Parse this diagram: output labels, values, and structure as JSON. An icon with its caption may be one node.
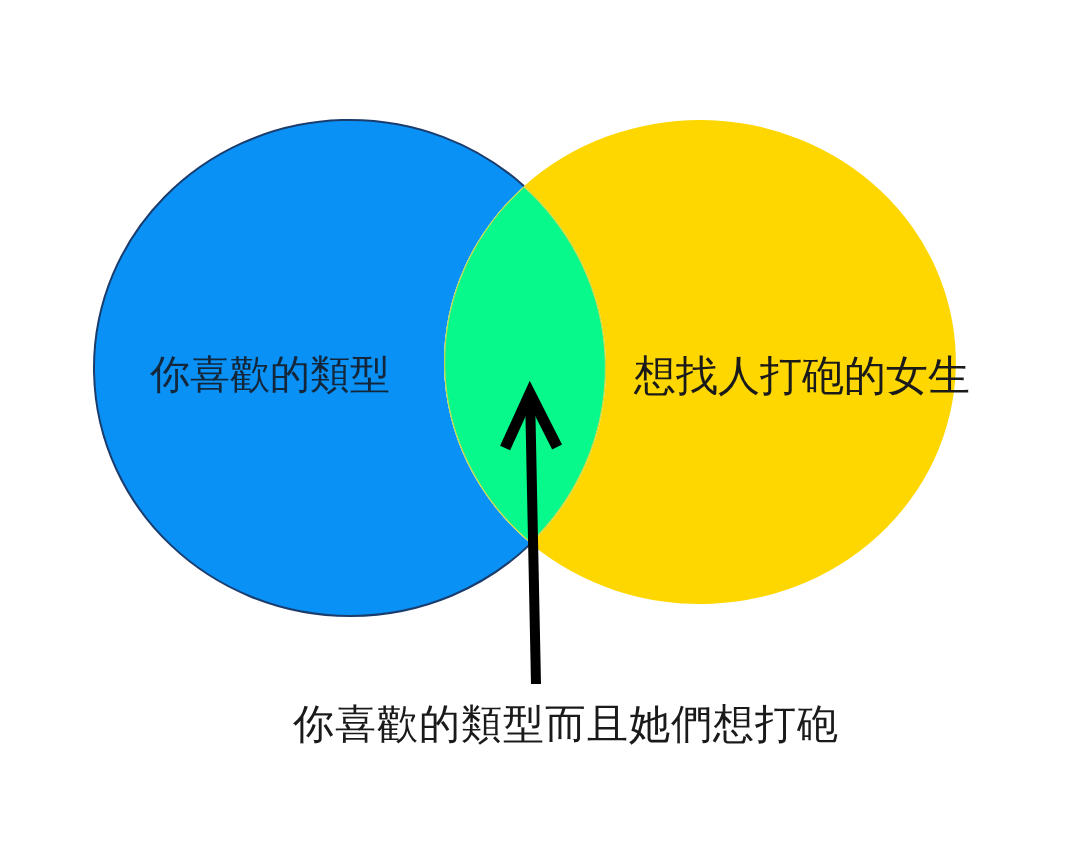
{
  "diagram": {
    "nodes": [
      {
        "text": [
          "你喜歡的類型"
        ]
      },
      {
        "text": [],
        "shape": "lens"
      },
      {
        "text": [
          "想找人打砲的女生"
        ]
      },
      {
        "text": [
          "你喜歡的類型而且她們想打砲"
        ]
      }
    ],
    "edges": [
      {
        "from": 3,
        "to": 1,
        "arrow": "to"
      }
    ]
  }
}
